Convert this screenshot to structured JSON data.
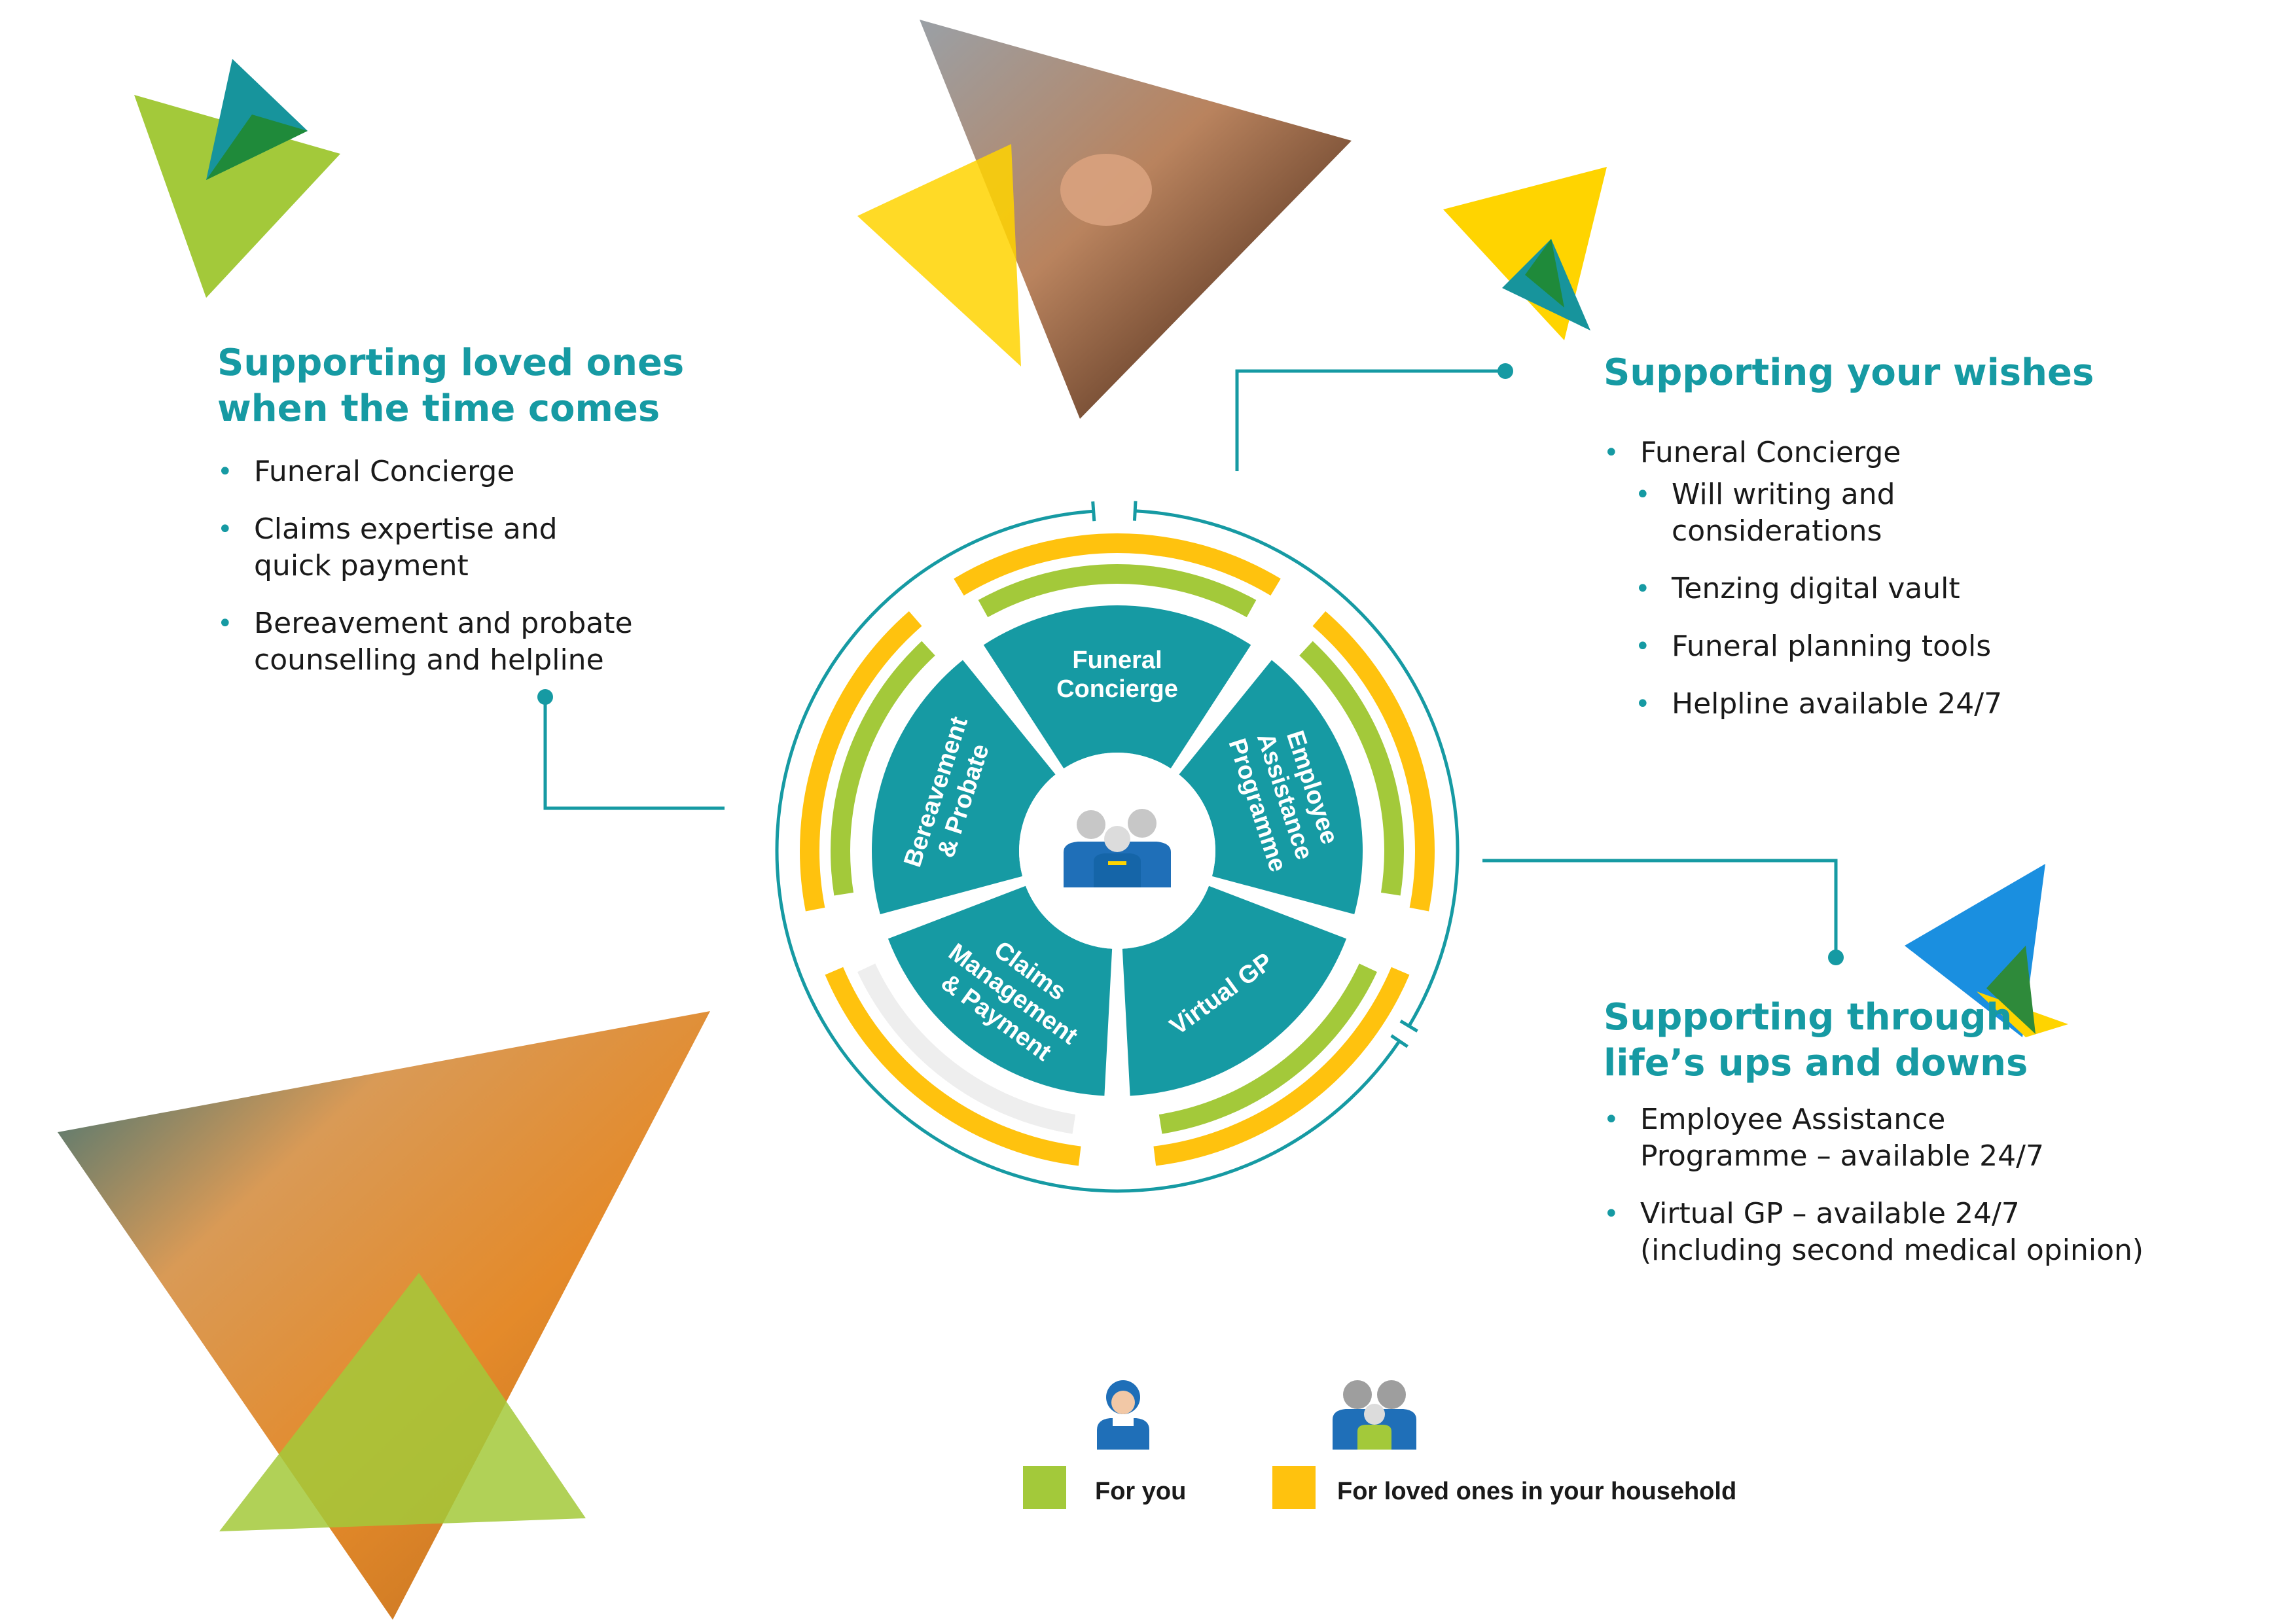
{
  "sections": {
    "left": {
      "heading_line1": "Supporting loved ones",
      "heading_line2": "when the time comes",
      "items": [
        {
          "line1": "Funeral Concierge",
          "line2": ""
        },
        {
          "line1": "Claims expertise and",
          "line2": "quick payment"
        },
        {
          "line1": "Bereavement and probate",
          "line2": "counselling and helpline"
        }
      ]
    },
    "top_right": {
      "heading": "Supporting your wishes",
      "main_item": "Funeral Concierge",
      "sub_items": [
        {
          "line1": "Will writing and",
          "line2": "considerations"
        },
        {
          "line1": "Tenzing digital vault",
          "line2": ""
        },
        {
          "line1": "Funeral planning tools",
          "line2": ""
        },
        {
          "line1": "Helpline available 24/7",
          "line2": ""
        }
      ]
    },
    "bottom_right": {
      "heading_line1": "Supporting through",
      "heading_line2": "life’s ups and downs",
      "items": [
        {
          "line1": "Employee Assistance",
          "line2": "Programme – available 24/7"
        },
        {
          "line1": "Virtual GP – available 24/7",
          "line2": "(including second medical opinion)"
        }
      ]
    }
  },
  "wheel": {
    "segments": [
      {
        "lines": [
          "Funeral",
          "Concierge"
        ]
      },
      {
        "lines": [
          "Employee",
          "Assistance",
          "Programme"
        ]
      },
      {
        "lines": [
          "Virtual GP"
        ]
      },
      {
        "lines": [
          "Claims",
          "Management",
          "& Payment"
        ]
      },
      {
        "lines": [
          "Bereavement",
          "& Probate"
        ]
      }
    ]
  },
  "legend": {
    "for_you": "For you",
    "for_household": "For loved ones in your household"
  },
  "colors": {
    "teal": "#169aa3",
    "green": "#a3c93a",
    "yellow": "#ffc20e",
    "grey": "#eeeeee",
    "blue": "#1f6fb8",
    "dark_green": "#1f8a3a"
  },
  "icons": [
    "family-icon",
    "person-icon",
    "photo-triangle",
    "decorative-arrow"
  ]
}
